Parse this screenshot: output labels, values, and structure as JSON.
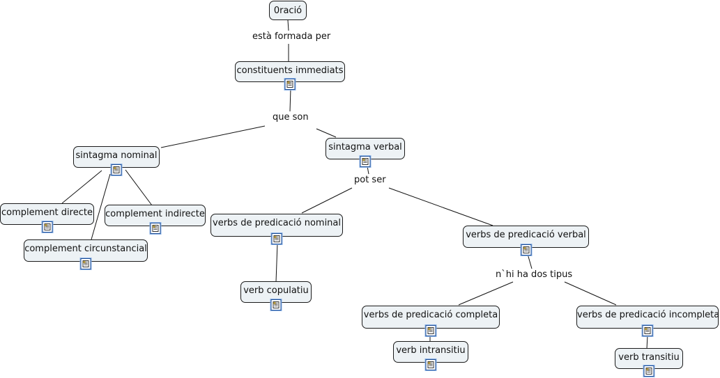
{
  "nodes": {
    "oracio": "0ració",
    "constituents": "constituents immediats",
    "sintagma_nominal": "sintagma nominal",
    "sintagma_verbal": "sintagma verbal",
    "complement_directe": "complement directe",
    "complement_indirecte": "complement indirecte",
    "complement_circumstancial": "complement circunstancial",
    "verbs_pred_nominal": "verbs de predicació nominal",
    "verb_copulatiu": "verb copulatiu",
    "verbs_pred_verbal": "verbs de predicació verbal",
    "verbs_pred_completa": "verbs de predicació completa",
    "verb_intransitiu": "verb intransitiu",
    "verbs_pred_incompleta": "verbs de predicació incompleta",
    "verb_transitiu": "verb transitiu"
  },
  "links": {
    "esta_formada_per": "està formada per",
    "que_son": "que son",
    "pot_ser": "pot ser",
    "nhi_ha_dos_tipus": "n`hi ha dos tipus"
  },
  "resource_icon": "document-icon"
}
